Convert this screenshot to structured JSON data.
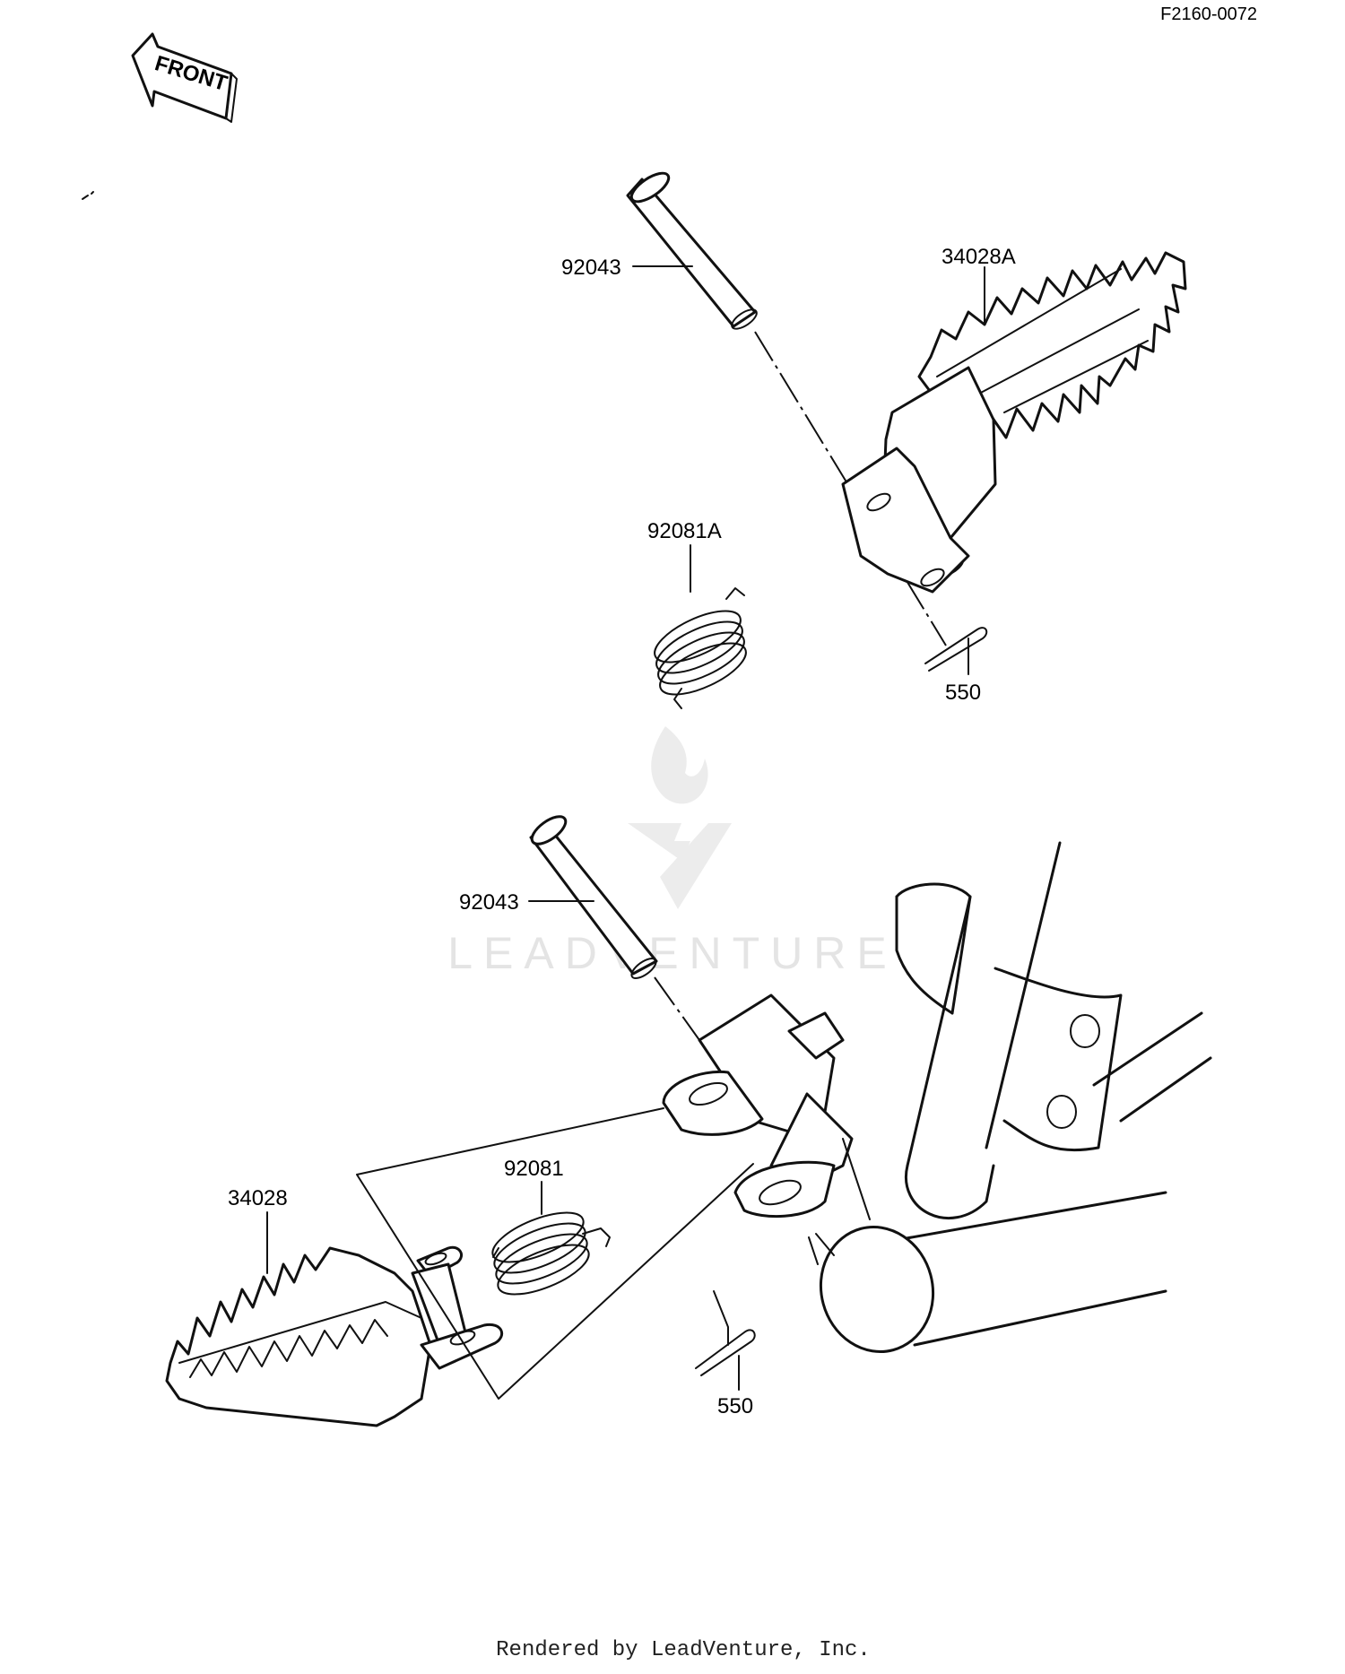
{
  "diagram_code": "F2160-0072",
  "front_label": "FRONT",
  "watermark_text": "LEADVENTURE",
  "footer": "Rendered by LeadVenture, Inc.",
  "upper_assembly": {
    "pin_label": "92043",
    "footpeg_label": "34028A",
    "spring_label": "92081A",
    "cotter_pin_label": "550"
  },
  "lower_assembly": {
    "pin_label": "92043",
    "footpeg_label": "34028",
    "spring_label": "92081",
    "cotter_pin_label": "550"
  },
  "colors": {
    "ink": "#111111",
    "watermark": "#e4e4e4",
    "background": "#ffffff"
  }
}
